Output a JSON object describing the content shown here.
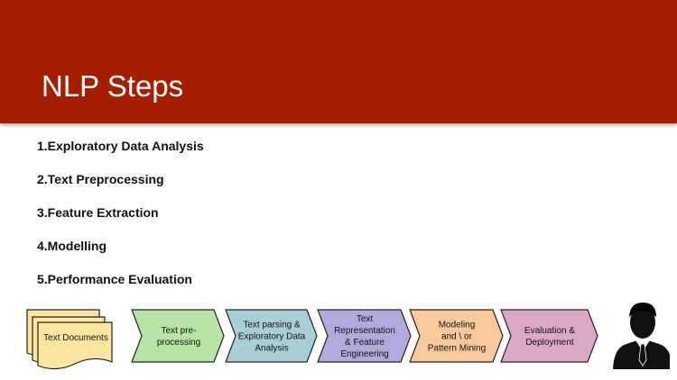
{
  "slide": {
    "title": "NLP Steps"
  },
  "steps": [
    "1.Exploratory Data Analysis",
    "2.Text Preprocessing",
    "3.Feature Extraction",
    "4.Modelling",
    "5.Performance Evaluation"
  ],
  "pipeline": {
    "source": {
      "label": "Text Documents"
    },
    "stages": [
      {
        "lines": [
          "Text pre-",
          "processing"
        ],
        "color": "#b7e3a5"
      },
      {
        "lines": [
          "Text parsing &",
          "Exploratory Data",
          "Analysis"
        ],
        "color": "#a7cfd6"
      },
      {
        "lines": [
          "Text",
          "Representation",
          "& Feature",
          "Engineering"
        ],
        "color": "#b3a9dc"
      },
      {
        "lines": [
          "Modeling",
          "and \\ or",
          "Pattern Mining"
        ],
        "color": "#f8c99b"
      },
      {
        "lines": [
          "Evaluation &",
          "Deployment"
        ],
        "color": "#dba8c8"
      }
    ],
    "document_color": "#fbe6a0",
    "end_icon": "person-icon"
  }
}
